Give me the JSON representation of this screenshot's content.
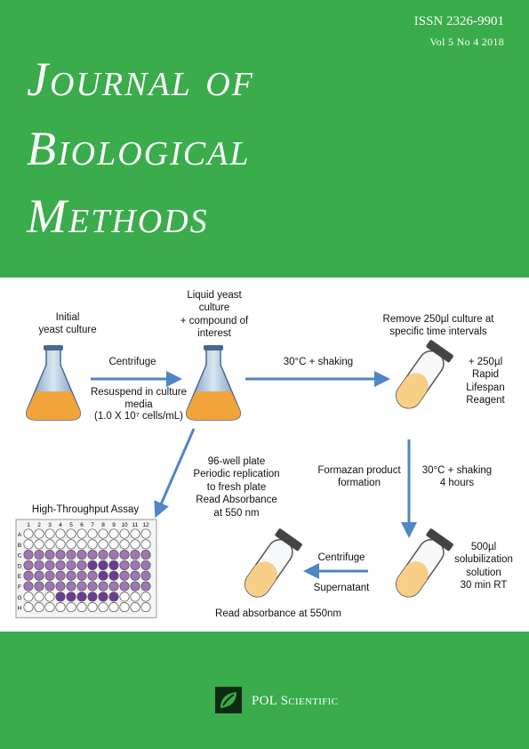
{
  "header": {
    "issn": "ISSN 2326-9901",
    "volume": "Vol 5  No 4  2018",
    "title_lines": [
      "Journal of",
      "Biological",
      "Methods"
    ]
  },
  "diagram": {
    "initial_culture": "Initial\nyeast culture",
    "centrifuge_1": "Centrifuge",
    "resuspend": "Resuspend in culture\nmedia",
    "cells": "(1.0 X 10⁷ cells/mL)",
    "liquid_culture": "Liquid yeast\nculture\n+ compound of\ninterest",
    "shaking_1": "30°C + shaking",
    "remove_culture": "Remove 250µl culture at\nspecific time intervals",
    "reagent": "+ 250µl\nRapid\nLifespan\nReagent",
    "plate_steps": "96-well plate\nPeriodic replication\nto fresh plate\nRead Absorbance\nat 550 nm",
    "formazan": "Formazan product\nformation",
    "shaking_2": "30°C + shaking\n4 hours",
    "solubilization": "500µl\nsolubilization\nsolution\n30 min RT",
    "centrifuge_2": "Centrifuge",
    "supernatant": "Supernatant",
    "read_abs": "Read absorbance at 550nm",
    "assay_title": "High-Throughput Assay",
    "plate_rows": [
      "A",
      "B",
      "C",
      "D",
      "E",
      "F",
      "G",
      "H"
    ],
    "plate_cols": [
      "1",
      "2",
      "3",
      "4",
      "5",
      "6",
      "7",
      "8",
      "9",
      "10",
      "11",
      "12"
    ],
    "plate_fill": [
      [
        0,
        0,
        0,
        0,
        0,
        0,
        0,
        0,
        0,
        0,
        0,
        0
      ],
      [
        0,
        0,
        0,
        0,
        0,
        0,
        0,
        0,
        0,
        0,
        0,
        0
      ],
      [
        1,
        1,
        1,
        1,
        1,
        1,
        1,
        1,
        1,
        1,
        1,
        1
      ],
      [
        1,
        1,
        1,
        1,
        1,
        1,
        2,
        2,
        2,
        1,
        1,
        1
      ],
      [
        1,
        1,
        1,
        1,
        1,
        1,
        1,
        2,
        2,
        1,
        1,
        1
      ],
      [
        1,
        1,
        1,
        1,
        1,
        1,
        1,
        1,
        1,
        1,
        1,
        1
      ],
      [
        0,
        0,
        0,
        2,
        2,
        2,
        2,
        2,
        2,
        0,
        0,
        0
      ],
      [
        0,
        0,
        0,
        0,
        0,
        0,
        0,
        0,
        0,
        0,
        0,
        0
      ]
    ]
  },
  "footer": {
    "publisher": "POL Scientific"
  },
  "colors": {
    "green": "#3aac4b",
    "arrow": "#4f86c6",
    "liquid": "#f2a33a",
    "tube": "#f7cf87",
    "well": "#9f76b4",
    "well_dark": "#6b3b94"
  }
}
